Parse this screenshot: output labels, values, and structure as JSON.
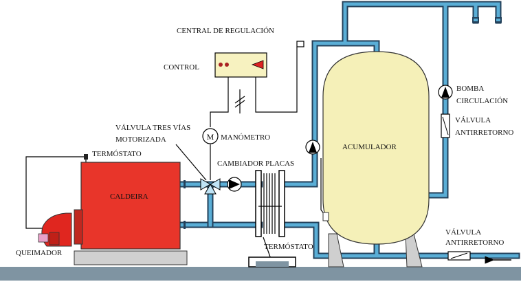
{
  "labels": {
    "central": "CENTRAL DE REGULACIÓN",
    "control": "CONTROL",
    "bomba_line1": "BOMBA",
    "bomba_line2": "CIRCULACIÓN",
    "valvula_right_line1": "VÁLVULA",
    "valvula_right_line2": "ANTIRRETORNO",
    "valvula_tres_line1": "VÁLVULA TRES VÍAS",
    "valvula_tres_line2": "MOTORIZADA",
    "manometro": "MANÓMETRO",
    "manometro_symbol": "M",
    "acumulador": "ACUMULADOR",
    "termostato_top": "TERMÓSTATO",
    "cambiador": "CAMBIADOR PLACAS",
    "caldeira": "CALDEIRA",
    "quemador": "QUEIMADOR",
    "termostato_bottom": "TERMÓSTATO",
    "valvula_bottom_line1": "VÁLVULA",
    "valvula_bottom_line2": "ANTIRRETORNO"
  },
  "colors": {
    "pipe": "#5aaed6",
    "pipe_outline": "#23405a",
    "boiler": "#e8352a",
    "burner": "#e0261f",
    "tank": "#f5f0b8",
    "control_box": "#f7f2c0",
    "ground": "#7f94a2",
    "base": "#d0d0d0"
  }
}
